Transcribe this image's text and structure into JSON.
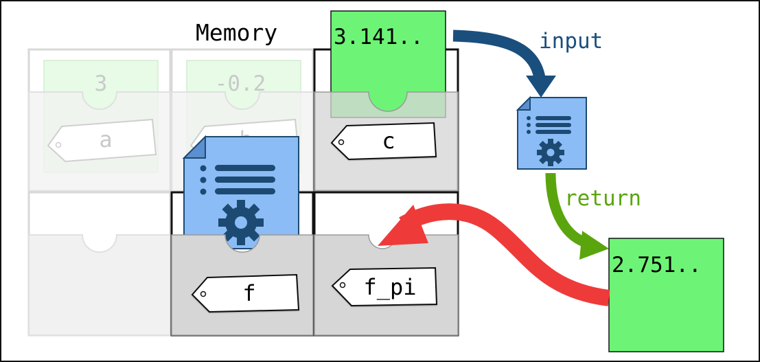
{
  "memory_title": "Memory",
  "cells": {
    "a": {
      "value": "3",
      "tag": "a"
    },
    "b": {
      "value": "-0.2",
      "tag": "b"
    },
    "c": {
      "value": "3.141..",
      "tag": "c"
    },
    "f": {
      "tag": "f"
    },
    "f_pi": {
      "tag": "f_pi"
    }
  },
  "function_doc": {
    "icon": "gear-document-icon"
  },
  "arrows": {
    "input_label": "input",
    "return_label": "return"
  },
  "result": {
    "value": "2.751.."
  },
  "colors": {
    "value_green": "#6df476",
    "doc_blue": "#8bbcf5",
    "doc_dark": "#1c4a73",
    "input_arrow": "#1a4f7d",
    "return_arrow": "#5aa50e",
    "assign_arrow": "#ef3a3a",
    "drawer_gray": "#d6d6d6"
  }
}
